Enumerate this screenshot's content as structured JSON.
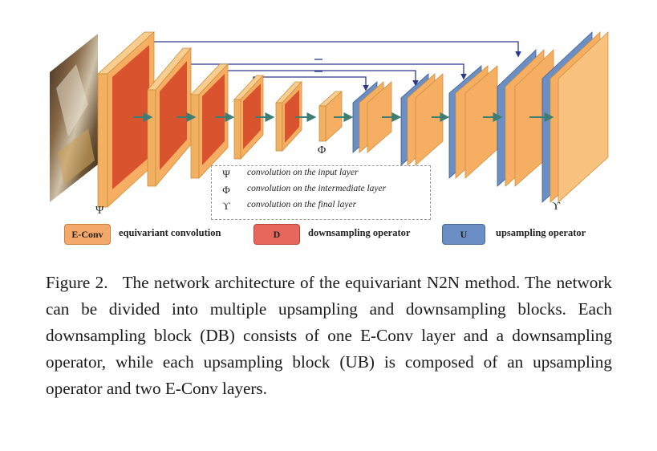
{
  "legend": {
    "items": [
      {
        "symbol": "Ψ",
        "text": "convolution on the input layer"
      },
      {
        "symbol": "Φ",
        "text": "convolution on the intermediate layer"
      },
      {
        "symbol": "ϒ",
        "text": "convolution on the final layer"
      }
    ]
  },
  "keys": {
    "econv": {
      "badge": "E-Conv",
      "label": "equivariant convolution",
      "color": "#f4a86a"
    },
    "down": {
      "badge": "D",
      "label": "downsampling operator",
      "color": "#e8675c"
    },
    "up": {
      "badge": "U",
      "label": "upsampling operator",
      "color": "#6b8fc4"
    }
  },
  "symbols": {
    "input": "Ψ",
    "middle": "Φ",
    "final": "ϒ"
  },
  "caption": {
    "label": "Figure 2.",
    "text": "The network architecture of the equivariant N2N method. The network can be divided into multiple upsampling and downsampling blocks. Each downsampling block (DB) consists of one E-Conv layer and a downsampling operator, while each upsampling block (UB) is composed of an upsampling operator and two E-Conv layers."
  }
}
